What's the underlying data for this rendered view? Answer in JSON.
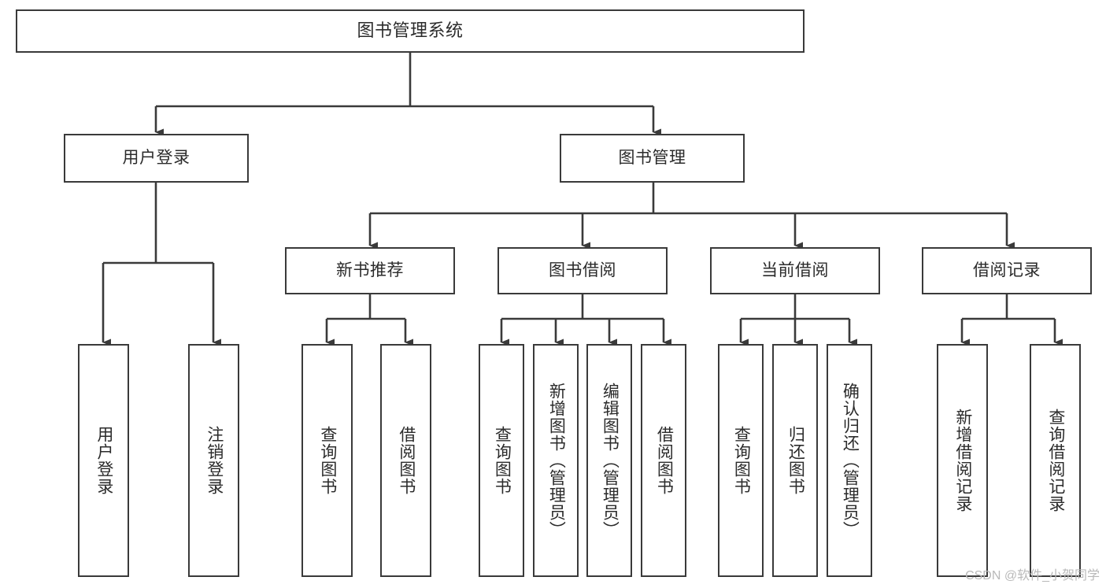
{
  "diagram": {
    "title_text": "图书管理系统",
    "line_color": "#3a3a3a",
    "box_fill": "#ffffff",
    "text_color": "#2b2b2b",
    "watermark": "CSDN @软件_小贺同学",
    "nodes": {
      "root": "图书管理系统",
      "level2": {
        "user_login": "用户登录",
        "book_management": "图书管理"
      },
      "level3": {
        "new_book_recommend": "新书推荐",
        "book_borrow": "图书借阅",
        "current_borrow": "当前借阅",
        "borrow_record": "借阅记录"
      },
      "leaves": {
        "user_login_1": "用户登录",
        "user_login_2": "注销登录",
        "new_book_1": "查询图书",
        "new_book_2": "借阅图书",
        "borrow_1": "查询图书",
        "borrow_2": "新增图书（管理员）",
        "borrow_3": "编辑图书（管理员）",
        "borrow_4": "借阅图书",
        "current_1": "查询图书",
        "current_2": "归还图书",
        "current_3": "确认归还（管理员）",
        "record_1": "新增借阅记录",
        "record_2": "查询借阅记录"
      }
    }
  }
}
